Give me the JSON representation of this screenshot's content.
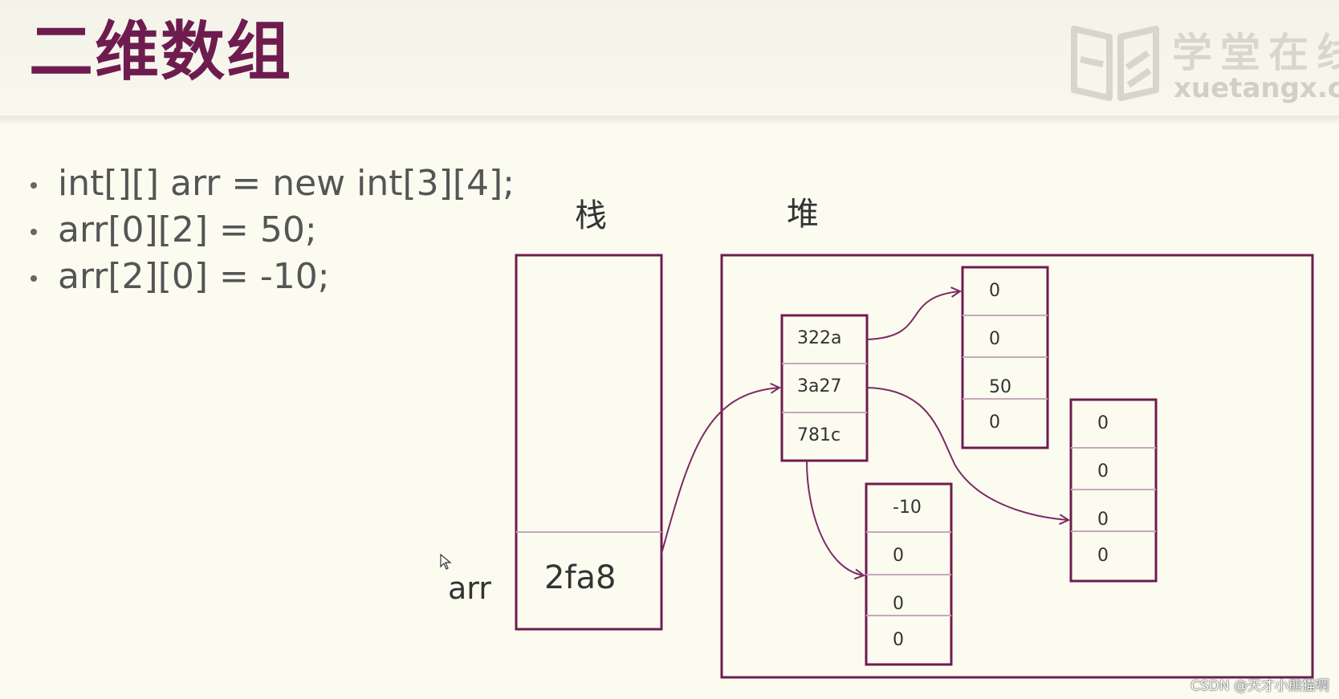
{
  "title": "二维数组",
  "logo": {
    "name_cn": "学堂在线",
    "name_en": "xuetangx.com"
  },
  "code_lines": [
    "int[][] arr = new int[3][4];",
    "arr[0][2] = 50;",
    "arr[2][0] = -10;"
  ],
  "diagram": {
    "stack_label": "栈",
    "heap_label": "堆",
    "variable_name": "arr",
    "stack_value": "2fa8",
    "outer_array": [
      "322a",
      "3a27",
      "781c"
    ],
    "row0": [
      "0",
      "0",
      "50",
      "0"
    ],
    "row1": [
      "0",
      "0",
      "0",
      "0"
    ],
    "row2": [
      "-10",
      "0",
      "0",
      "0"
    ]
  },
  "colors": {
    "accent": "#6e1c4f",
    "line": "#7d2a63",
    "background": "#fbfbf0"
  },
  "watermark": "CSDN @天才小熊猫啊"
}
